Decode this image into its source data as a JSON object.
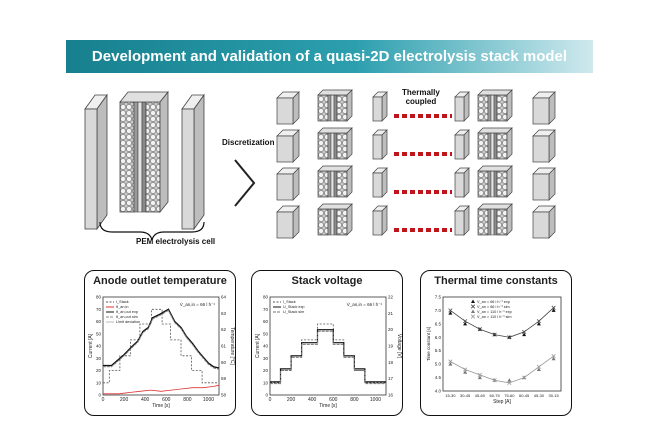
{
  "banner": {
    "title": "Development and validation of a quasi-2D electrolysis stack model"
  },
  "diagram": {
    "cell_label": "PEM electrolysis cell",
    "step_label": "Discretization",
    "coupling_label_line1": "Thermally",
    "coupling_label_line2": "coupled"
  },
  "colors": {
    "banner": "#1f8a98",
    "coupling_dash": "#c0141a",
    "block": "#d9d9d9"
  },
  "chart_data": [
    {
      "type": "line",
      "title": "Anode outlet temperature",
      "xlabel": "Time [s]",
      "ylabel": "Current [A]",
      "ylabel2": "Temperature [°C]",
      "x_ticks": [
        "0",
        "200",
        "400",
        "600",
        "800",
        "1000"
      ],
      "y_ticks": [
        "0",
        "10",
        "20",
        "30",
        "40",
        "50",
        "60",
        "70",
        "80"
      ],
      "y2_ticks": [
        "58",
        "59",
        "60",
        "61",
        "62",
        "63",
        "64"
      ],
      "legend": [
        "I_Stack",
        "θ_an,in",
        "θ_an,out exp",
        "θ_an,out sim",
        "Limit deviation"
      ],
      "annotation": "V̇_an,in = 66 l h⁻¹",
      "series": [
        {
          "name": "I_Stack",
          "x": [
            0,
            60,
            60,
            160,
            160,
            260,
            260,
            350,
            350,
            460,
            460,
            560,
            560,
            640,
            640,
            740,
            740,
            840,
            840,
            940,
            940,
            1040,
            1040,
            1100
          ],
          "values": [
            10,
            10,
            20,
            20,
            32,
            32,
            45,
            45,
            58,
            58,
            70,
            70,
            58,
            58,
            45,
            45,
            32,
            32,
            20,
            20,
            10,
            10,
            10,
            10
          ]
        },
        {
          "name": "θ_an,in",
          "x": [
            0,
            150,
            250,
            350,
            450,
            550,
            650,
            750,
            850,
            950,
            1050,
            1100
          ],
          "values": [
            1,
            1,
            2,
            3,
            4,
            3,
            4,
            5,
            6,
            6,
            7,
            8
          ]
        },
        {
          "name": "θ_an,out exp",
          "x": [
            0,
            80,
            160,
            200,
            280,
            330,
            380,
            430,
            470,
            540,
            580,
            620,
            680,
            740,
            790,
            850,
            900,
            960,
            1000,
            1050,
            1100
          ],
          "values": [
            24,
            24,
            30,
            33,
            40,
            44,
            52,
            55,
            63,
            66,
            68,
            70,
            60,
            55,
            48,
            42,
            36,
            30,
            26,
            23,
            22
          ]
        },
        {
          "name": "θ_an,out sim",
          "x": [
            0,
            80,
            160,
            200,
            280,
            330,
            380,
            430,
            470,
            540,
            580,
            620,
            680,
            740,
            790,
            850,
            900,
            960,
            1000,
            1050,
            1100
          ],
          "values": [
            23,
            23,
            29,
            32,
            39,
            43,
            51,
            54,
            62,
            65,
            67,
            69,
            59,
            54,
            47,
            41,
            35,
            29,
            25,
            22,
            21
          ]
        }
      ],
      "xlim": [
        0,
        1100
      ],
      "ylim": [
        0,
        80
      ]
    },
    {
      "type": "line",
      "title": "Stack voltage",
      "xlabel": "Time [s]",
      "ylabel": "Current [A]",
      "ylabel2": "Voltage [V]",
      "x_ticks": [
        "0",
        "200",
        "400",
        "600",
        "800",
        "1000"
      ],
      "y_ticks": [
        "0",
        "10",
        "20",
        "30",
        "40",
        "50",
        "60",
        "70",
        "80"
      ],
      "y2_ticks": [
        "16",
        "17",
        "18",
        "19",
        "20",
        "21",
        "22"
      ],
      "legend": [
        "I_Stack",
        "U_Stack exp",
        "U_Stack sim"
      ],
      "annotation": "V̇_an,in = 66 l h⁻¹",
      "series": [
        {
          "name": "I_Stack",
          "x": [
            0,
            100,
            100,
            200,
            200,
            300,
            300,
            450,
            450,
            600,
            600,
            700,
            700,
            800,
            800,
            900,
            900,
            1100
          ],
          "values": [
            10,
            10,
            20,
            20,
            32,
            32,
            45,
            45,
            58,
            58,
            45,
            45,
            32,
            32,
            20,
            20,
            10,
            10
          ]
        },
        {
          "name": "U_Stack exp",
          "x": [
            0,
            100,
            100,
            200,
            200,
            300,
            300,
            450,
            450,
            600,
            600,
            700,
            700,
            800,
            800,
            900,
            900,
            1100
          ],
          "values": [
            16.8,
            16.8,
            17.6,
            17.6,
            18.4,
            18.4,
            19.2,
            19.2,
            20.0,
            20.0,
            19.2,
            19.2,
            18.4,
            18.4,
            17.6,
            17.6,
            16.8,
            16.8
          ]
        },
        {
          "name": "U_Stack sim",
          "x": [
            0,
            100,
            100,
            200,
            200,
            300,
            300,
            450,
            450,
            600,
            600,
            700,
            700,
            800,
            800,
            900,
            900,
            1100
          ],
          "values": [
            16.7,
            16.7,
            17.5,
            17.5,
            18.3,
            18.3,
            19.1,
            19.1,
            19.9,
            19.9,
            19.1,
            19.1,
            18.3,
            18.3,
            17.5,
            17.5,
            16.7,
            16.7
          ]
        }
      ],
      "xlim": [
        0,
        1100
      ],
      "ylim": [
        0,
        80
      ],
      "y2lim": [
        16,
        22
      ]
    },
    {
      "type": "scatter",
      "title": "Thermal time constants",
      "xlabel": "Step [A]",
      "ylabel": "Time constant [s]",
      "categories": [
        "15-30",
        "30-45",
        "45-60",
        "60-75",
        "75-60",
        "60-45",
        "45-30",
        "30-15"
      ],
      "y_ticks": [
        "4.0",
        "4.5",
        "5.0",
        "5.5",
        "6.0",
        "6.5",
        "7.0",
        "7.5"
      ],
      "legend": [
        "V̇_an = 66 l h⁻¹ exp",
        "V̇_an = 66 l h⁻¹ sim",
        "V̇_an = 110 l h⁻¹ exp",
        "V̇_an = 110 l h⁻¹ sim"
      ],
      "series": [
        {
          "name": "V̇_an = 66 l h⁻¹ exp",
          "values": [
            6.9,
            6.5,
            6.3,
            6.1,
            6.0,
            6.1,
            6.5,
            7.0
          ]
        },
        {
          "name": "V̇_an = 66 l h⁻¹ sim",
          "values": [
            7.0,
            6.6,
            6.3,
            6.1,
            6.0,
            6.2,
            6.6,
            7.1
          ]
        },
        {
          "name": "V̇_an = 110 l h⁻¹ exp",
          "values": [
            5.0,
            4.7,
            4.5,
            4.4,
            4.4,
            4.5,
            4.8,
            5.2
          ]
        },
        {
          "name": "V̇_an = 110 l h⁻¹ sim",
          "values": [
            5.1,
            4.8,
            4.6,
            4.4,
            4.3,
            4.5,
            4.9,
            5.3
          ]
        }
      ],
      "ylim": [
        4.0,
        7.5
      ]
    }
  ]
}
